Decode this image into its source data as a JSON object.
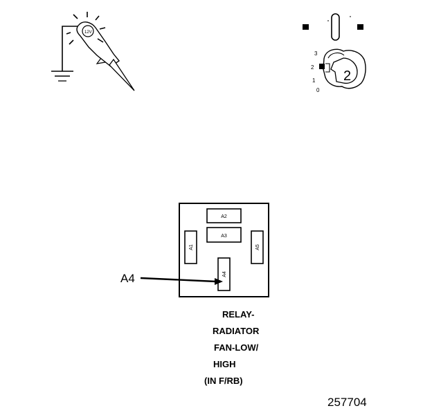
{
  "test_light": {
    "label": "12V"
  },
  "ignition": {
    "positions": [
      "3",
      "2",
      "1",
      "0"
    ],
    "key_number": "2"
  },
  "relay_box": {
    "relays": [
      {
        "id": "A2",
        "label": "A2"
      },
      {
        "id": "A3",
        "label": "A3"
      },
      {
        "id": "A1",
        "label": "A1"
      },
      {
        "id": "A5",
        "label": "A5"
      },
      {
        "id": "A4",
        "label": "A4"
      }
    ],
    "callout": "A4"
  },
  "caption": [
    "RELAY-",
    "RADIATOR",
    "FAN-LOW/",
    "HIGH",
    "(IN F/RB)"
  ],
  "figure_number": "257704"
}
